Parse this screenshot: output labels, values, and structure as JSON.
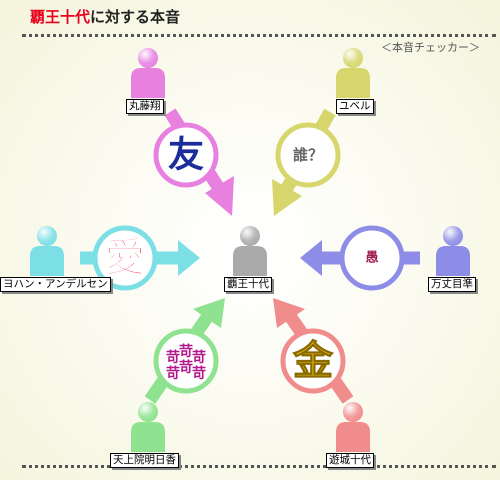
{
  "header": {
    "title_accent": "覇王十代",
    "title_rest": "に対する本音",
    "checker": "＜本音チェッカー＞"
  },
  "center": {
    "name": "覇王十代"
  },
  "people": [
    {
      "name": "丸藤翔",
      "feeling": "友",
      "color": "#e880e0"
    },
    {
      "name": "ユベル",
      "feeling": "誰？",
      "color": "#d6d66c"
    },
    {
      "name": "ヨハン・アンデルセン",
      "feeling": "愛",
      "color": "#7ddfe6"
    },
    {
      "name": "万丈目準",
      "feeling": "愚",
      "color": "#8d8de8"
    },
    {
      "name": "天上院明日香",
      "feeling": "苛",
      "color": "#8fe28f"
    },
    {
      "name": "遊城十代",
      "feeling": "金",
      "color": "#f08c8c"
    }
  ],
  "colors": {
    "accent": "#e8001c",
    "center": "#aaaaaa"
  }
}
